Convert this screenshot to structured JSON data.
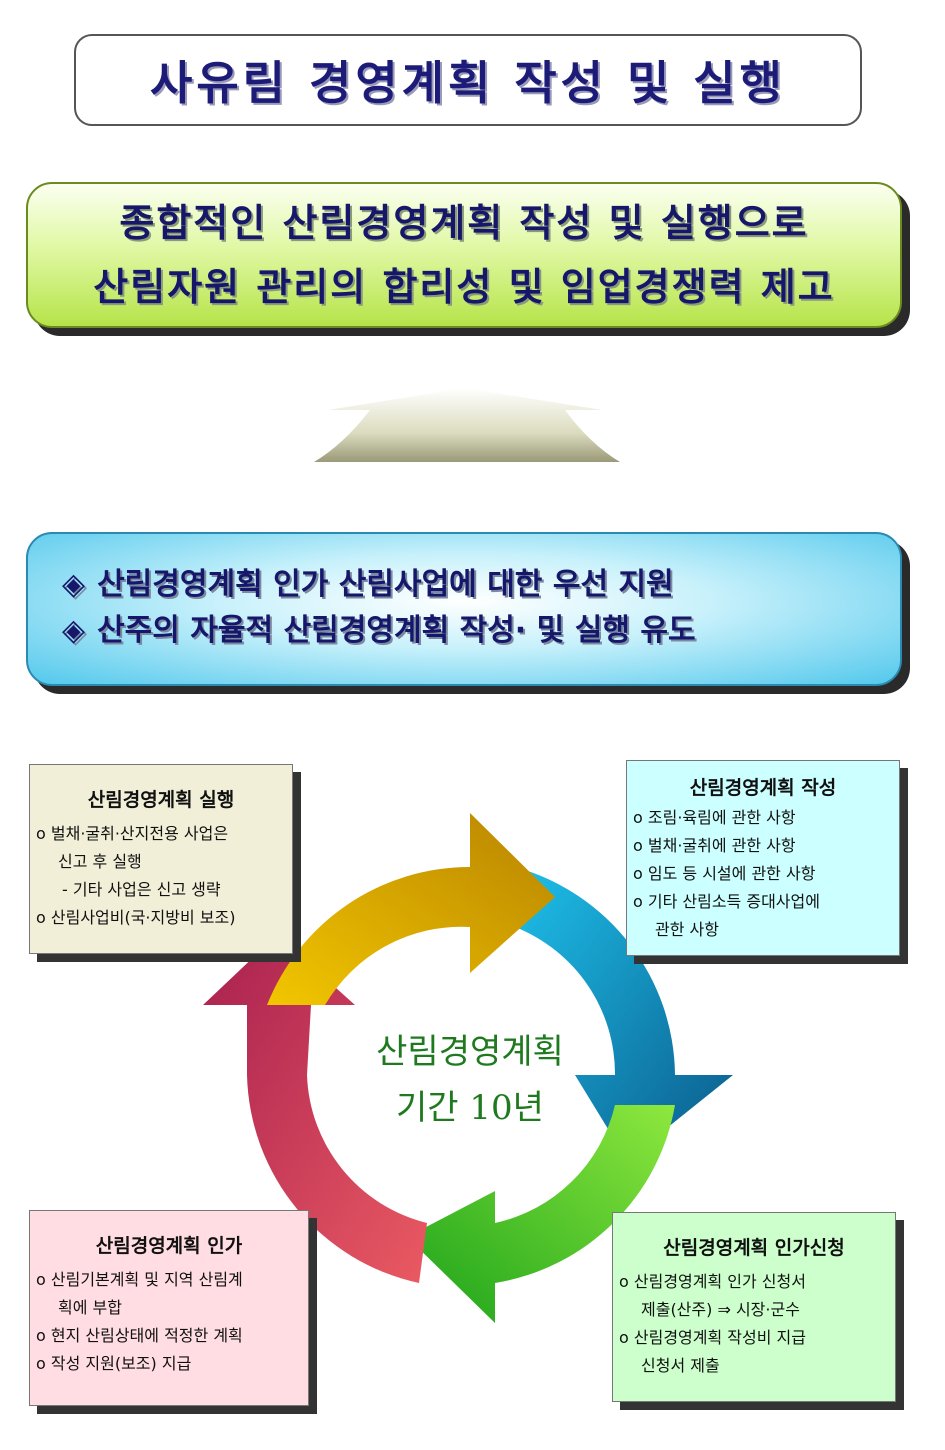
{
  "title": "사유림 경영계획 작성 및 실행",
  "goal": {
    "line1": "종합적인 산림경영계획 작성 및 실행으로",
    "line2": "산림자원 관리의 합리성 및 임업경쟁력 제고"
  },
  "support": {
    "bullet": "◈",
    "line1": "산림경영계획 인가 산림사업에 대한 우선 지원",
    "line2": "산주의 자율적 산림경영계획 작성· 및  실행 유도"
  },
  "center": {
    "line1": "산림경영계획",
    "line2": "기간 10년"
  },
  "card_execute": {
    "title": "산림경영계획 실행",
    "i1": "o   벌채·굴취·산지전용  사업은",
    "i1b": "신고 후 실행",
    "i1c": "- 기타 사업은 신고 생략",
    "i2": "o  산림사업비(국·지방비 보조)"
  },
  "card_write": {
    "title": "산림경영계획 작성",
    "i1": "o  조림·육림에 관한 사항",
    "i2": "o  벌채·굴취에 관한 사항",
    "i3": "o  임도 등 시설에 관한 사항",
    "i4": "o  기타 산림소득 증대사업에",
    "i4b": "관한 사항"
  },
  "card_approve": {
    "title": "산림경영계획 인가",
    "i1": "o  산림기본계획 및 지역 산림계",
    "i1b": "획에 부합",
    "i2": "o  현지 산림상태에 적정한 계획",
    "i3": "o  작성 지원(보조) 지급"
  },
  "card_apply": {
    "title": "산림경영계획 인가신청",
    "i1": "o  산림경영계획 인가 신청서",
    "i1b": "제출(산주) ⇒ 시장·군수",
    "i2": "o  산림경영계획 작성비 지급",
    "i2b": "신청서 제출"
  },
  "colors": {
    "arrow_gold": "#c99a10",
    "arrow_blue": "#1a86b8",
    "arrow_green": "#3cbf2a",
    "arrow_red": "#c2304e",
    "center_text": "#1f7a1f"
  }
}
